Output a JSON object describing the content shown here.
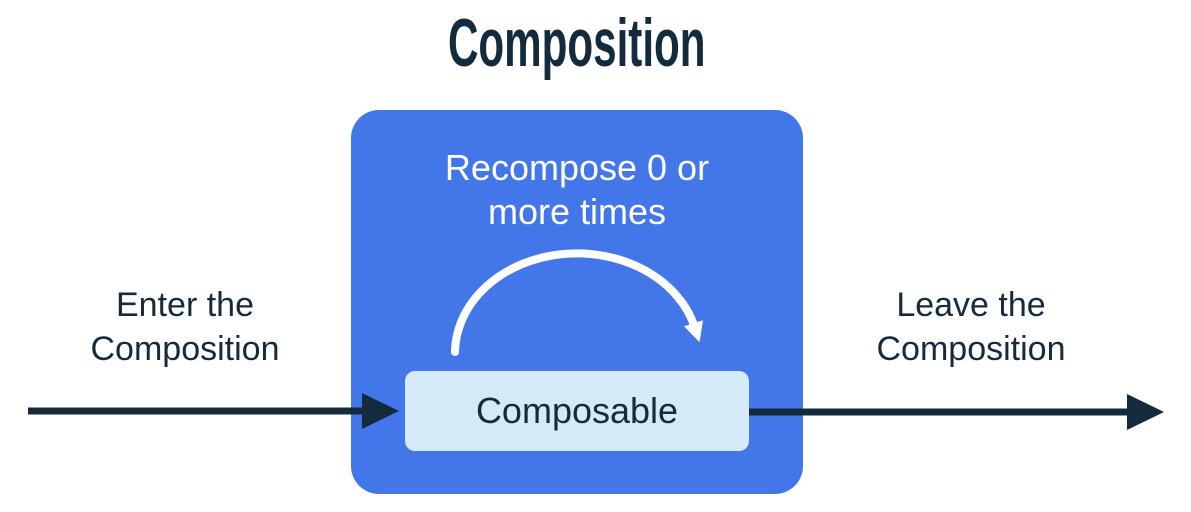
{
  "title": "Composition",
  "diagram": {
    "enter_label": "Enter the\nComposition",
    "leave_label": "Leave the\nComposition",
    "recompose_label": "Recompose 0 or\nmore times",
    "composable_label": "Composable"
  },
  "colors": {
    "text_dark_navy": "#142b3d",
    "panel_blue": "#4377e9",
    "composable_light_blue": "#d5eaf9",
    "arc_white": "#ffffff"
  }
}
